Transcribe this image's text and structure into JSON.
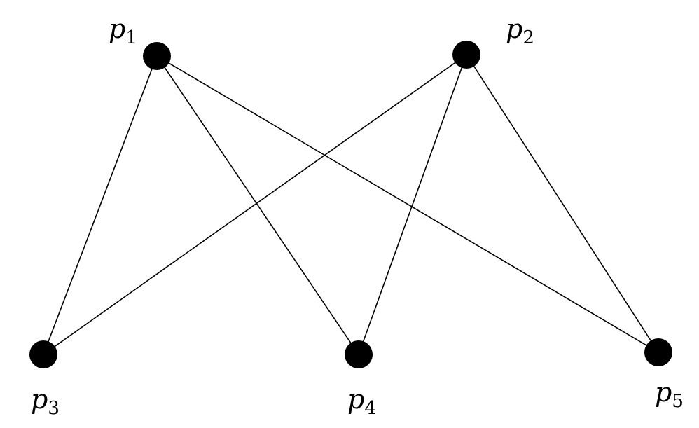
{
  "graph": {
    "nodes": [
      {
        "id": "p1",
        "letter": "p",
        "sub": "1"
      },
      {
        "id": "p2",
        "letter": "p",
        "sub": "2"
      },
      {
        "id": "p3",
        "letter": "p",
        "sub": "3"
      },
      {
        "id": "p4",
        "letter": "p",
        "sub": "4"
      },
      {
        "id": "p5",
        "letter": "p",
        "sub": "5"
      }
    ],
    "edges": [
      [
        "p1",
        "p3"
      ],
      [
        "p1",
        "p4"
      ],
      [
        "p1",
        "p5"
      ],
      [
        "p2",
        "p3"
      ],
      [
        "p2",
        "p4"
      ],
      [
        "p2",
        "p5"
      ]
    ]
  }
}
